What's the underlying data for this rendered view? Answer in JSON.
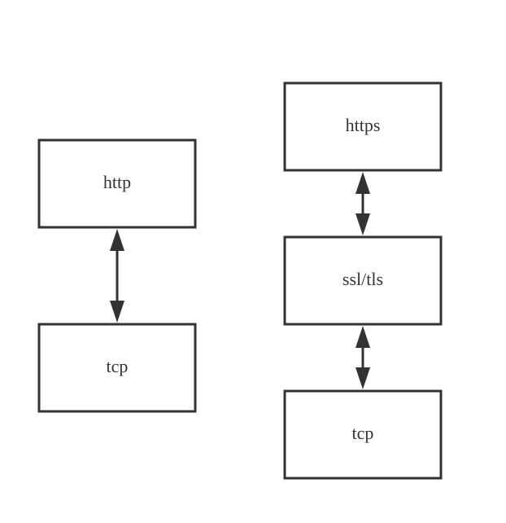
{
  "diagram": {
    "stroke_color": "#333333",
    "background_color": "#ffffff",
    "left_stack": {
      "top_label": "http",
      "bottom_label": "tcp"
    },
    "right_stack": {
      "top_label": "https",
      "middle_label": "ssl/tls",
      "bottom_label": "tcp"
    },
    "connectors": [
      {
        "from": "http",
        "to": "tcp",
        "style": "bidirectional-arrow"
      },
      {
        "from": "https",
        "to": "ssl/tls",
        "style": "bidirectional-arrow"
      },
      {
        "from": "ssl/tls",
        "to": "tcp",
        "style": "bidirectional-arrow"
      }
    ]
  }
}
